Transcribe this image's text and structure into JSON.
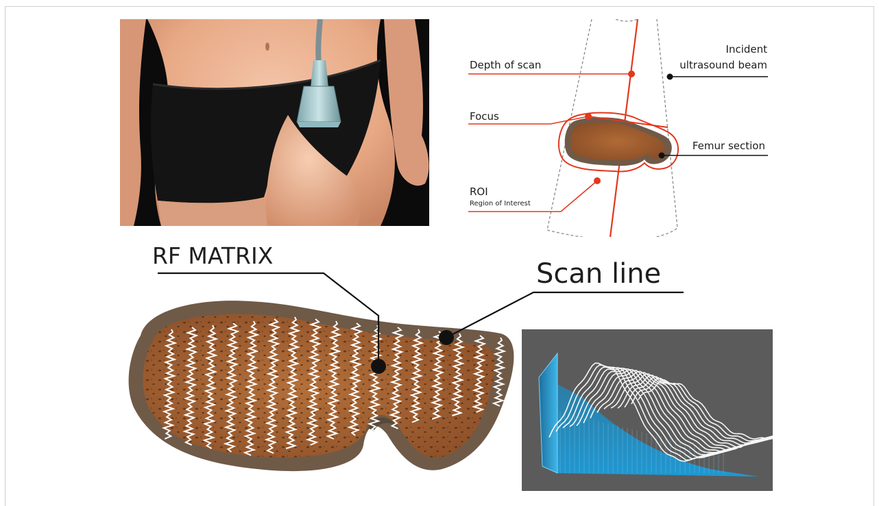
{
  "labels": {
    "depth_of_scan": "Depth of scan",
    "focus": "Focus",
    "roi": "ROI",
    "roi_sub": "Region of Interest",
    "incident_line1": "Incident",
    "incident_line2": "ultrasound beam",
    "femur_section": "Femur section",
    "rf_matrix": "RF MATRIX",
    "scan_line": "Scan line"
  },
  "colors": {
    "annotation_red": "#e2381c",
    "bone_brown": "#9b5a2e",
    "cortex_brown": "#6f5a48",
    "scan_white": "#ffffff",
    "plot_bg": "#5b5b5b",
    "plot_blue": "#1f9ad6"
  },
  "icons": {
    "probe": "ultrasound-probe-icon"
  }
}
